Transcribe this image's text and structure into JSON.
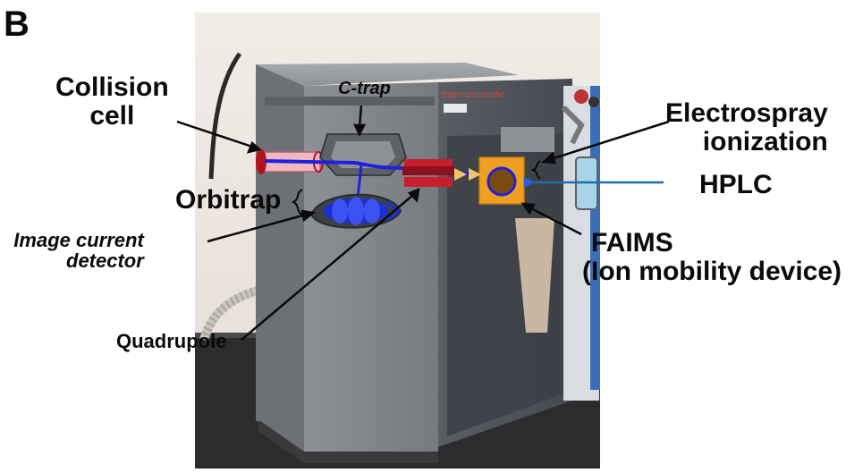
{
  "figure": {
    "panel_letter": "B",
    "labels": {
      "collision_cell": [
        "Collision",
        "cell"
      ],
      "c_trap": "C-trap",
      "orbitrap": "Orbitrap",
      "image_current_detector": [
        "Image current",
        "detector"
      ],
      "quadrupole": "Quadrupole",
      "electrospray": [
        "Electrospray",
        "ionization"
      ],
      "hplc": "HPLC",
      "faims": [
        "FAIMS",
        "(Ion mobility device)"
      ]
    },
    "instrument_brand_text": "thermoscientific",
    "colors": {
      "ion_path": "#2020e0",
      "orbitrap": "#1a2fd6",
      "quadrupole": "#c81e2d",
      "collision_cell_end": "#b3121f",
      "collision_cell_body": "#f0b7c0",
      "faims_box": "#f0a020",
      "faims_inner": "#7a4a10",
      "ion_arrow": "#f2c36a",
      "hplc_line": "#1b6fb0",
      "background_wall": "#efe9e2",
      "instrument_body": "#7a7d81",
      "instrument_front": "#4b4f55"
    }
  }
}
